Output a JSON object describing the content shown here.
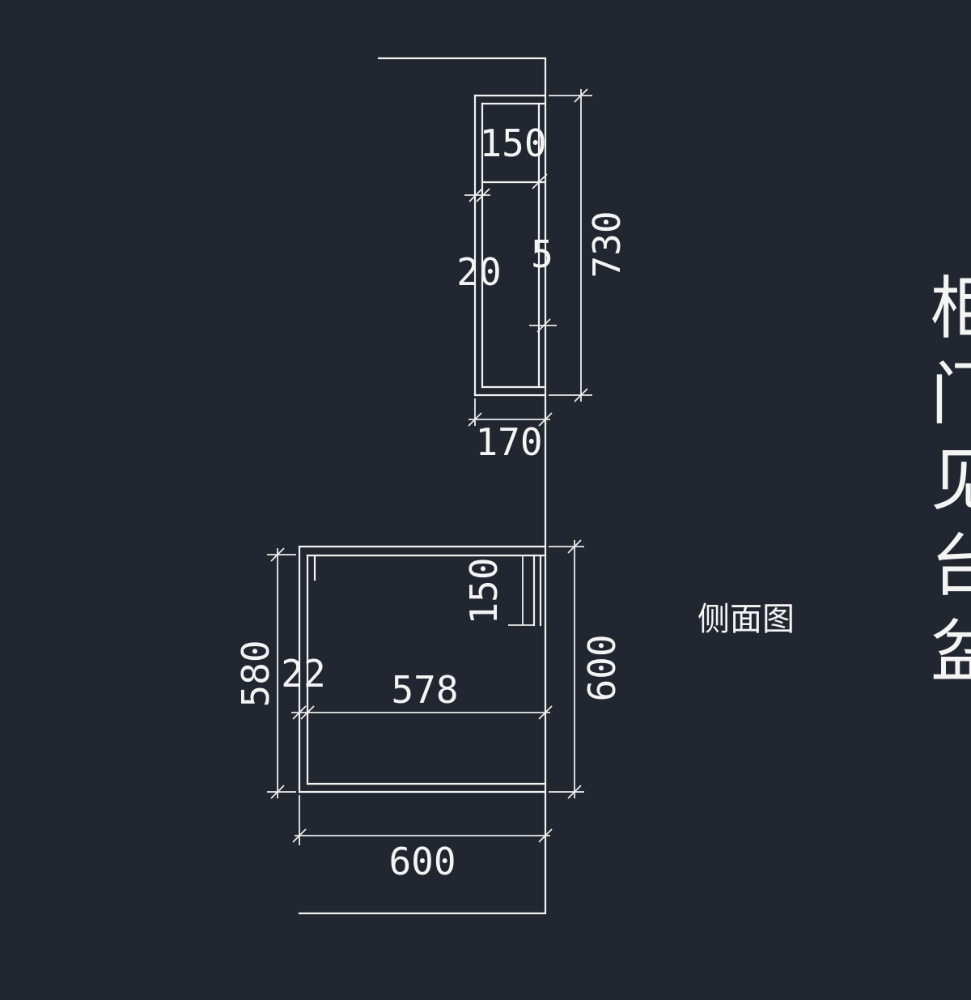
{
  "labels": {
    "side_view": "侧面图",
    "right_column": [
      "柜",
      "门",
      "见",
      "台",
      "盆"
    ]
  },
  "dimensions": {
    "upper_inner_top": "150",
    "upper_left_gap": "20",
    "upper_right_gap": "5",
    "upper_height": "730",
    "upper_depth": "170",
    "lower_inner_top": "150",
    "lower_height_left": "580",
    "lower_left_panel": "22",
    "lower_inner_width": "578",
    "lower_height_right": "600",
    "lower_width": "600"
  },
  "colors": {
    "background": "#212630",
    "line": "#f2f2f2"
  }
}
